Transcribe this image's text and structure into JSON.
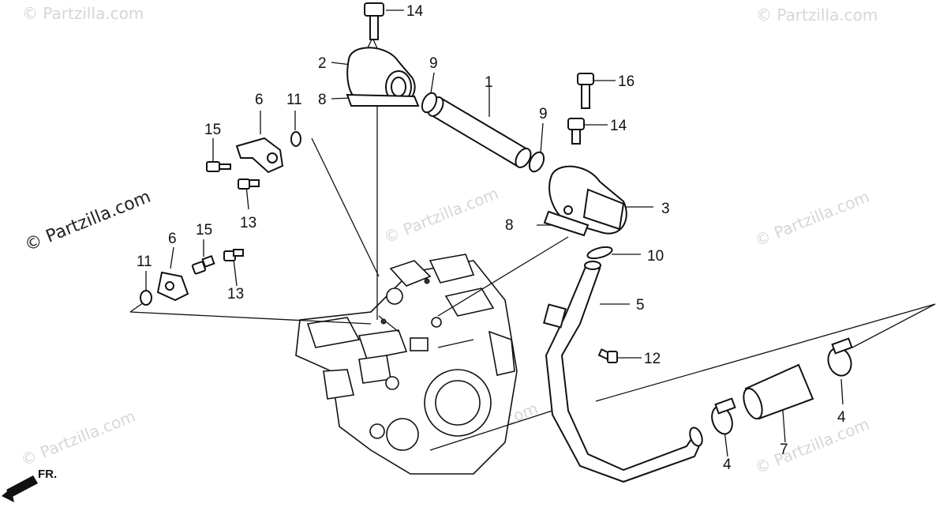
{
  "watermarks": {
    "copyright_main": "© Partzilla.com",
    "faint": "© Partzilla.com"
  },
  "direction": {
    "front_label": "FR."
  },
  "callouts": {
    "p1": "1",
    "p2": "2",
    "p3": "3",
    "p4a": "4",
    "p4b": "4",
    "p5": "5",
    "p6a": "6",
    "p6b": "6",
    "p7": "7",
    "p8a": "8",
    "p8b": "8",
    "p9a": "9",
    "p9b": "9",
    "p10": "10",
    "p11a": "11",
    "p11b": "11",
    "p12": "12",
    "p13a": "13",
    "p13b": "13",
    "p14a": "14",
    "p14b": "14",
    "p15a": "15",
    "p15b": "15",
    "p16": "16"
  }
}
